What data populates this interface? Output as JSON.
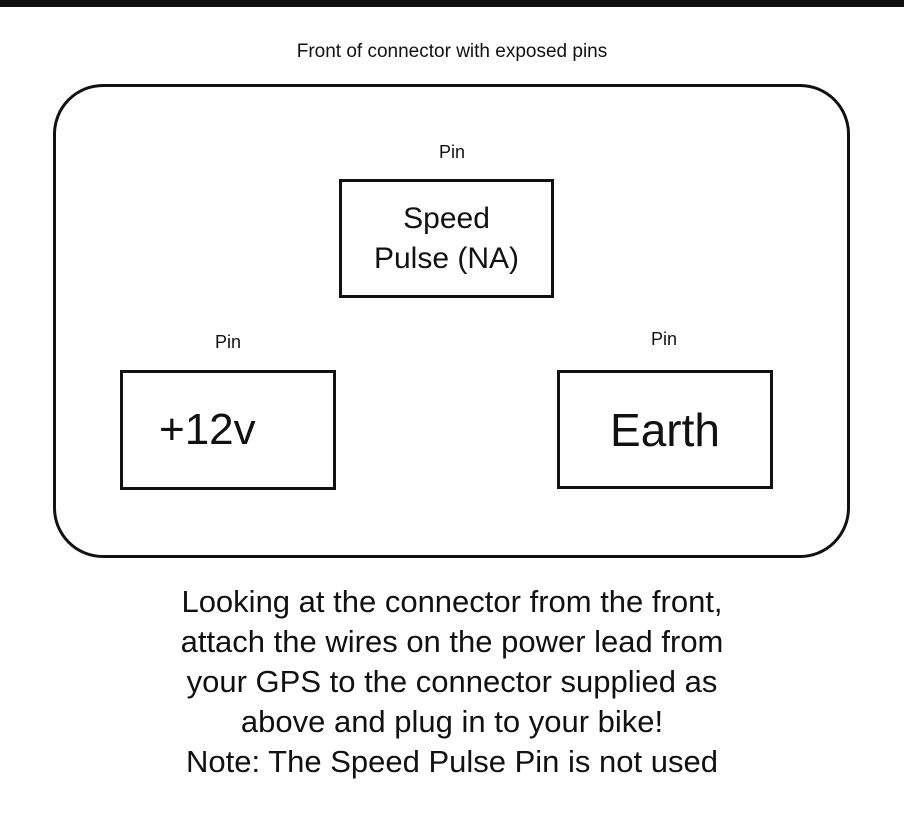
{
  "caption": "Front of connector with exposed pins",
  "pins": [
    {
      "label": "Pin",
      "text_line1": "Speed",
      "text_line2": "Pulse (NA)"
    },
    {
      "label": "Pin",
      "text": "+12v"
    },
    {
      "label": "Pin",
      "text": "Earth"
    }
  ],
  "instructions": [
    "Looking at the connector from the front,",
    "attach the wires on the power lead from",
    "your GPS to the connector supplied as",
    "above and plug in to your bike!",
    "Note: The Speed Pulse Pin is not used"
  ]
}
